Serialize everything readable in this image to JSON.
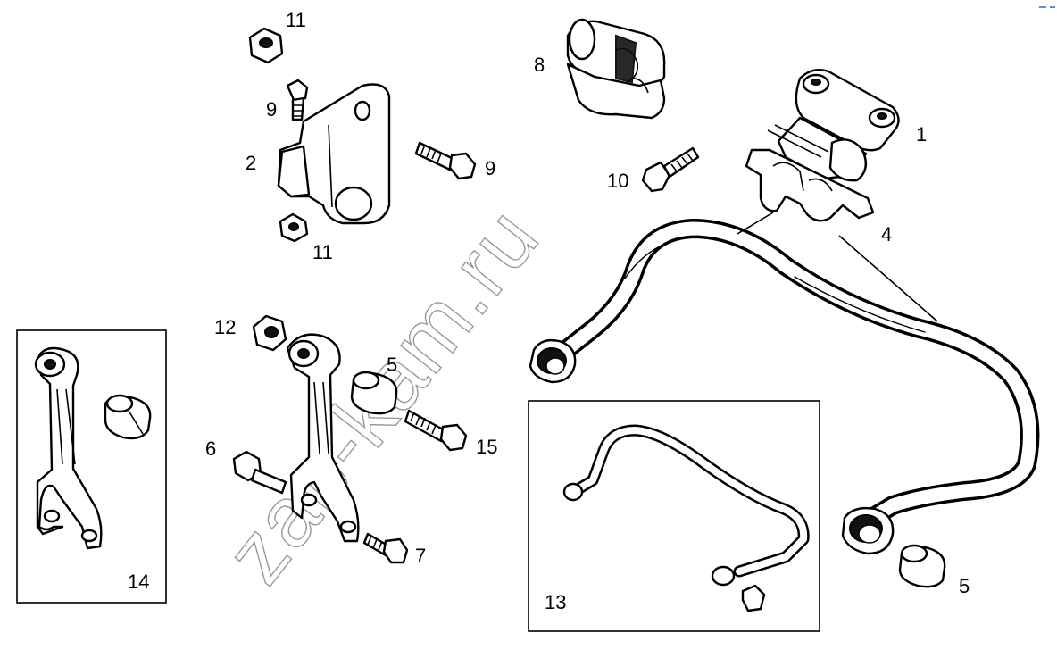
{
  "diagram": {
    "watermark": "zap-kam.ru",
    "callouts": [
      {
        "id": "1",
        "text": "1"
      },
      {
        "id": "2",
        "text": "2"
      },
      {
        "id": "4",
        "text": "4"
      },
      {
        "id": "5a",
        "text": "5"
      },
      {
        "id": "5b",
        "text": "5"
      },
      {
        "id": "6",
        "text": "6"
      },
      {
        "id": "7",
        "text": "7"
      },
      {
        "id": "8",
        "text": "8"
      },
      {
        "id": "9a",
        "text": "9"
      },
      {
        "id": "9b",
        "text": "9"
      },
      {
        "id": "10",
        "text": "10"
      },
      {
        "id": "11a",
        "text": "11"
      },
      {
        "id": "11b",
        "text": "11"
      },
      {
        "id": "12",
        "text": "12"
      },
      {
        "id": "13",
        "text": "13"
      },
      {
        "id": "14",
        "text": "14"
      },
      {
        "id": "15",
        "text": "15"
      }
    ]
  }
}
